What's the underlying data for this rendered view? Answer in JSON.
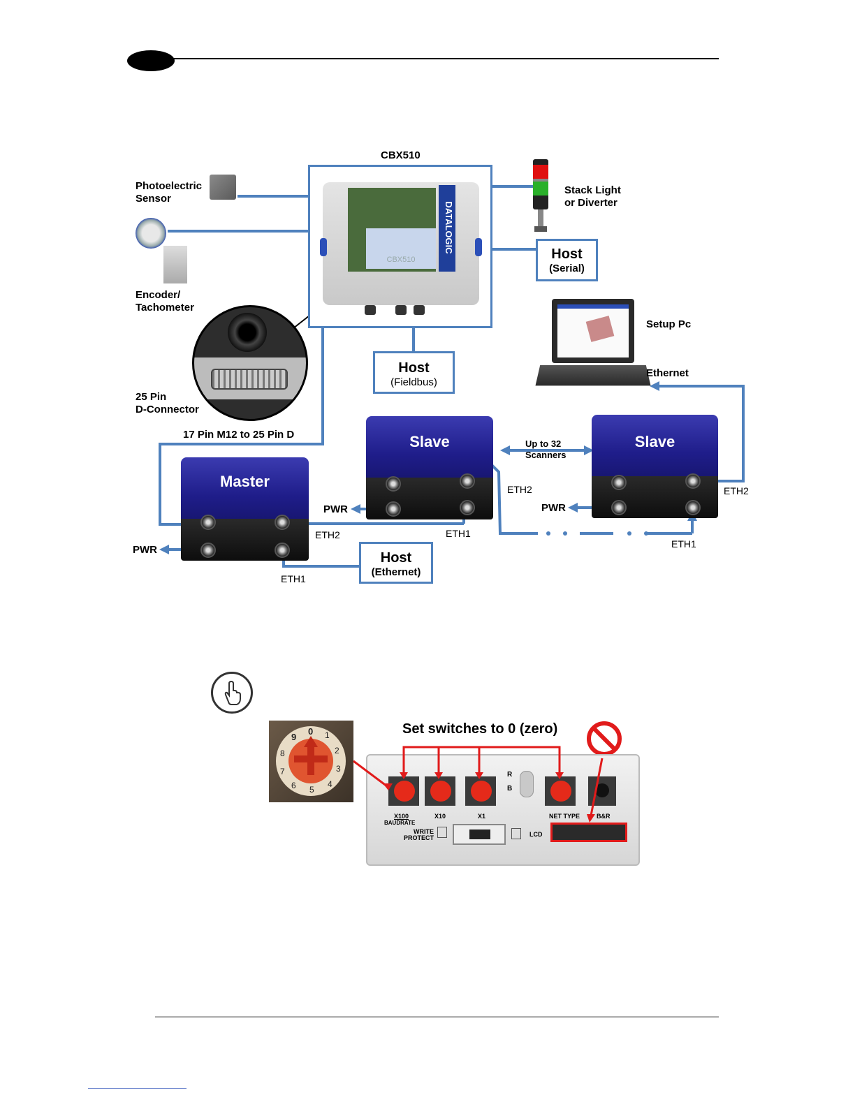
{
  "diagram": {
    "cbx_title": "CBX510",
    "photoelectric_sensor": "Photoelectric\nSensor",
    "encoder": "Encoder/\nTachometer",
    "stack_light": "Stack Light\nor Diverter",
    "host_serial": {
      "title": "Host",
      "sub": "(Serial)"
    },
    "host_fieldbus": {
      "title": "Host",
      "sub": "(Fieldbus)"
    },
    "host_ethernet": {
      "title": "Host",
      "sub": "(Ethernet)"
    },
    "setup_pc": "Setup Pc",
    "ethernet": "Ethernet",
    "d_connector": "25 Pin\nD-Connector",
    "cable_label": "17 Pin M12 to 25 Pin D",
    "master": "Master",
    "slave1": "Slave",
    "slave2": "Slave",
    "up_to": "Up to 32\nScanners",
    "pwr": "PWR",
    "eth1": "ETH1",
    "eth2": "ETH2",
    "datalogic": "DATALOGIC",
    "cbx_small": "CBX510"
  },
  "switches": {
    "title": "Set switches to 0 (zero)",
    "x100": "X100",
    "baudrate": "BAUDRATE",
    "x10": "X10",
    "x1": "X1",
    "r": "R",
    "b": "B",
    "net_type": "NET TYPE",
    "br": "B&R",
    "write": "WRITE",
    "protect": "PROTECT",
    "lcd": "LCD",
    "dial_digits": [
      "0",
      "1",
      "2",
      "3",
      "4",
      "5",
      "6",
      "7",
      "8",
      "9"
    ]
  },
  "colors": {
    "line": "#4f81bd",
    "red": "#e11b1b",
    "scanner": "#1f1d8a"
  }
}
